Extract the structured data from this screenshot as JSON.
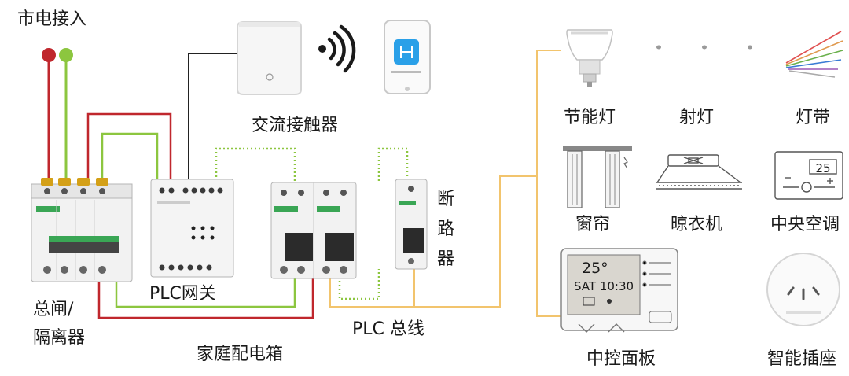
{
  "labels": {
    "mains_input": "市电接入",
    "main_switch_line1": "总闸/",
    "main_switch_line2": "隔离器",
    "plc_gateway": "PLC网关",
    "distribution_box": "家庭配电箱",
    "ac_contactor": "交流接触器",
    "breaker_1": "断",
    "breaker_2": "路",
    "breaker_3": "器",
    "plc_bus": "PLC 总线",
    "energy_lamp": "节能灯",
    "spot_light": "射灯",
    "light_strip": "灯带",
    "curtain": "窗帘",
    "drying_rack": "晾衣机",
    "central_ac": "中央空调",
    "control_panel": "中控面板",
    "smart_socket": "智能插座"
  },
  "panel_display": {
    "temperature": "25°",
    "datetime": "SAT 10:30"
  },
  "thermostat_display": "25",
  "colors": {
    "red_wire": "#c0272d",
    "green_wire": "#8cc63f",
    "dotted_wire": "#8cc63f",
    "black_wire": "#222222",
    "bus_wire": "#f2c46d",
    "device_body": "#f2f2f2",
    "device_outline": "#b5b5b5"
  },
  "icons": [
    "wifi-icon",
    "phone-icon",
    "router-icon",
    "bulb-icon",
    "spotlight-icon",
    "light-strip-icon",
    "curtain-icon",
    "drying-rack-icon",
    "thermostat-icon",
    "control-panel-icon",
    "socket-icon"
  ]
}
